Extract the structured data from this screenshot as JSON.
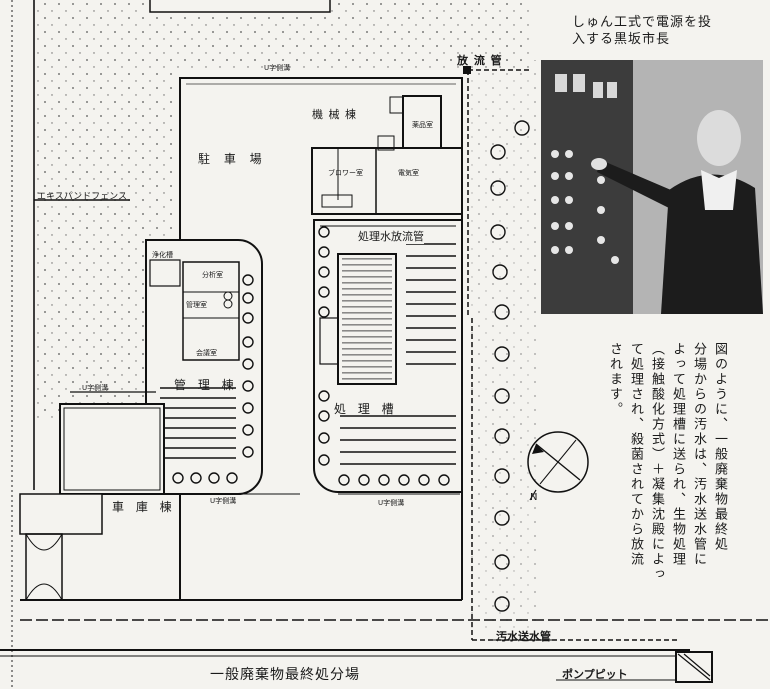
{
  "plan": {
    "labels": {
      "discharge_pipe": "放 流 管",
      "u_ditch_top": "U字側溝",
      "u_ditch_mid": "U字側溝",
      "u_ditch_bottom_left": "U字側溝",
      "u_ditch_bottom_right": "U字側溝",
      "machine_building": "機 械 棟",
      "chemical_room": "薬品室",
      "blower_room": "ブロワー室",
      "electric_room": "電気室",
      "parking": "駐 車 場",
      "expand_fence": "エキスパンドフェンス",
      "septic_tank": "浄化槽",
      "analysis_room": "分析室",
      "management_room": "管理室",
      "meeting_room": "会議室",
      "management_building": "管 理 棟",
      "treated_water_pipe": "処理水放流管",
      "treatment_tank": "処 理 槽",
      "garage": "車 庫 棟",
      "sewage_pipe": "汚水送水管",
      "pump_pit": "ポンプピット",
      "north": "N"
    },
    "title": "一般廃棄物最終処分場"
  },
  "photo": {
    "caption_line1": "しゅん工式で電源を投",
    "caption_line2": "入する黒坂市長"
  },
  "article": {
    "columns": [
      "図のように、一般廃棄物最終処",
      "分場からの汚水は、汚水送水管に",
      "よって処理槽に送られ、生物処理",
      "（接触酸化方式）＋凝集沈殿によっ",
      "て処理され、殺菌されてから放流",
      "されます。"
    ]
  }
}
